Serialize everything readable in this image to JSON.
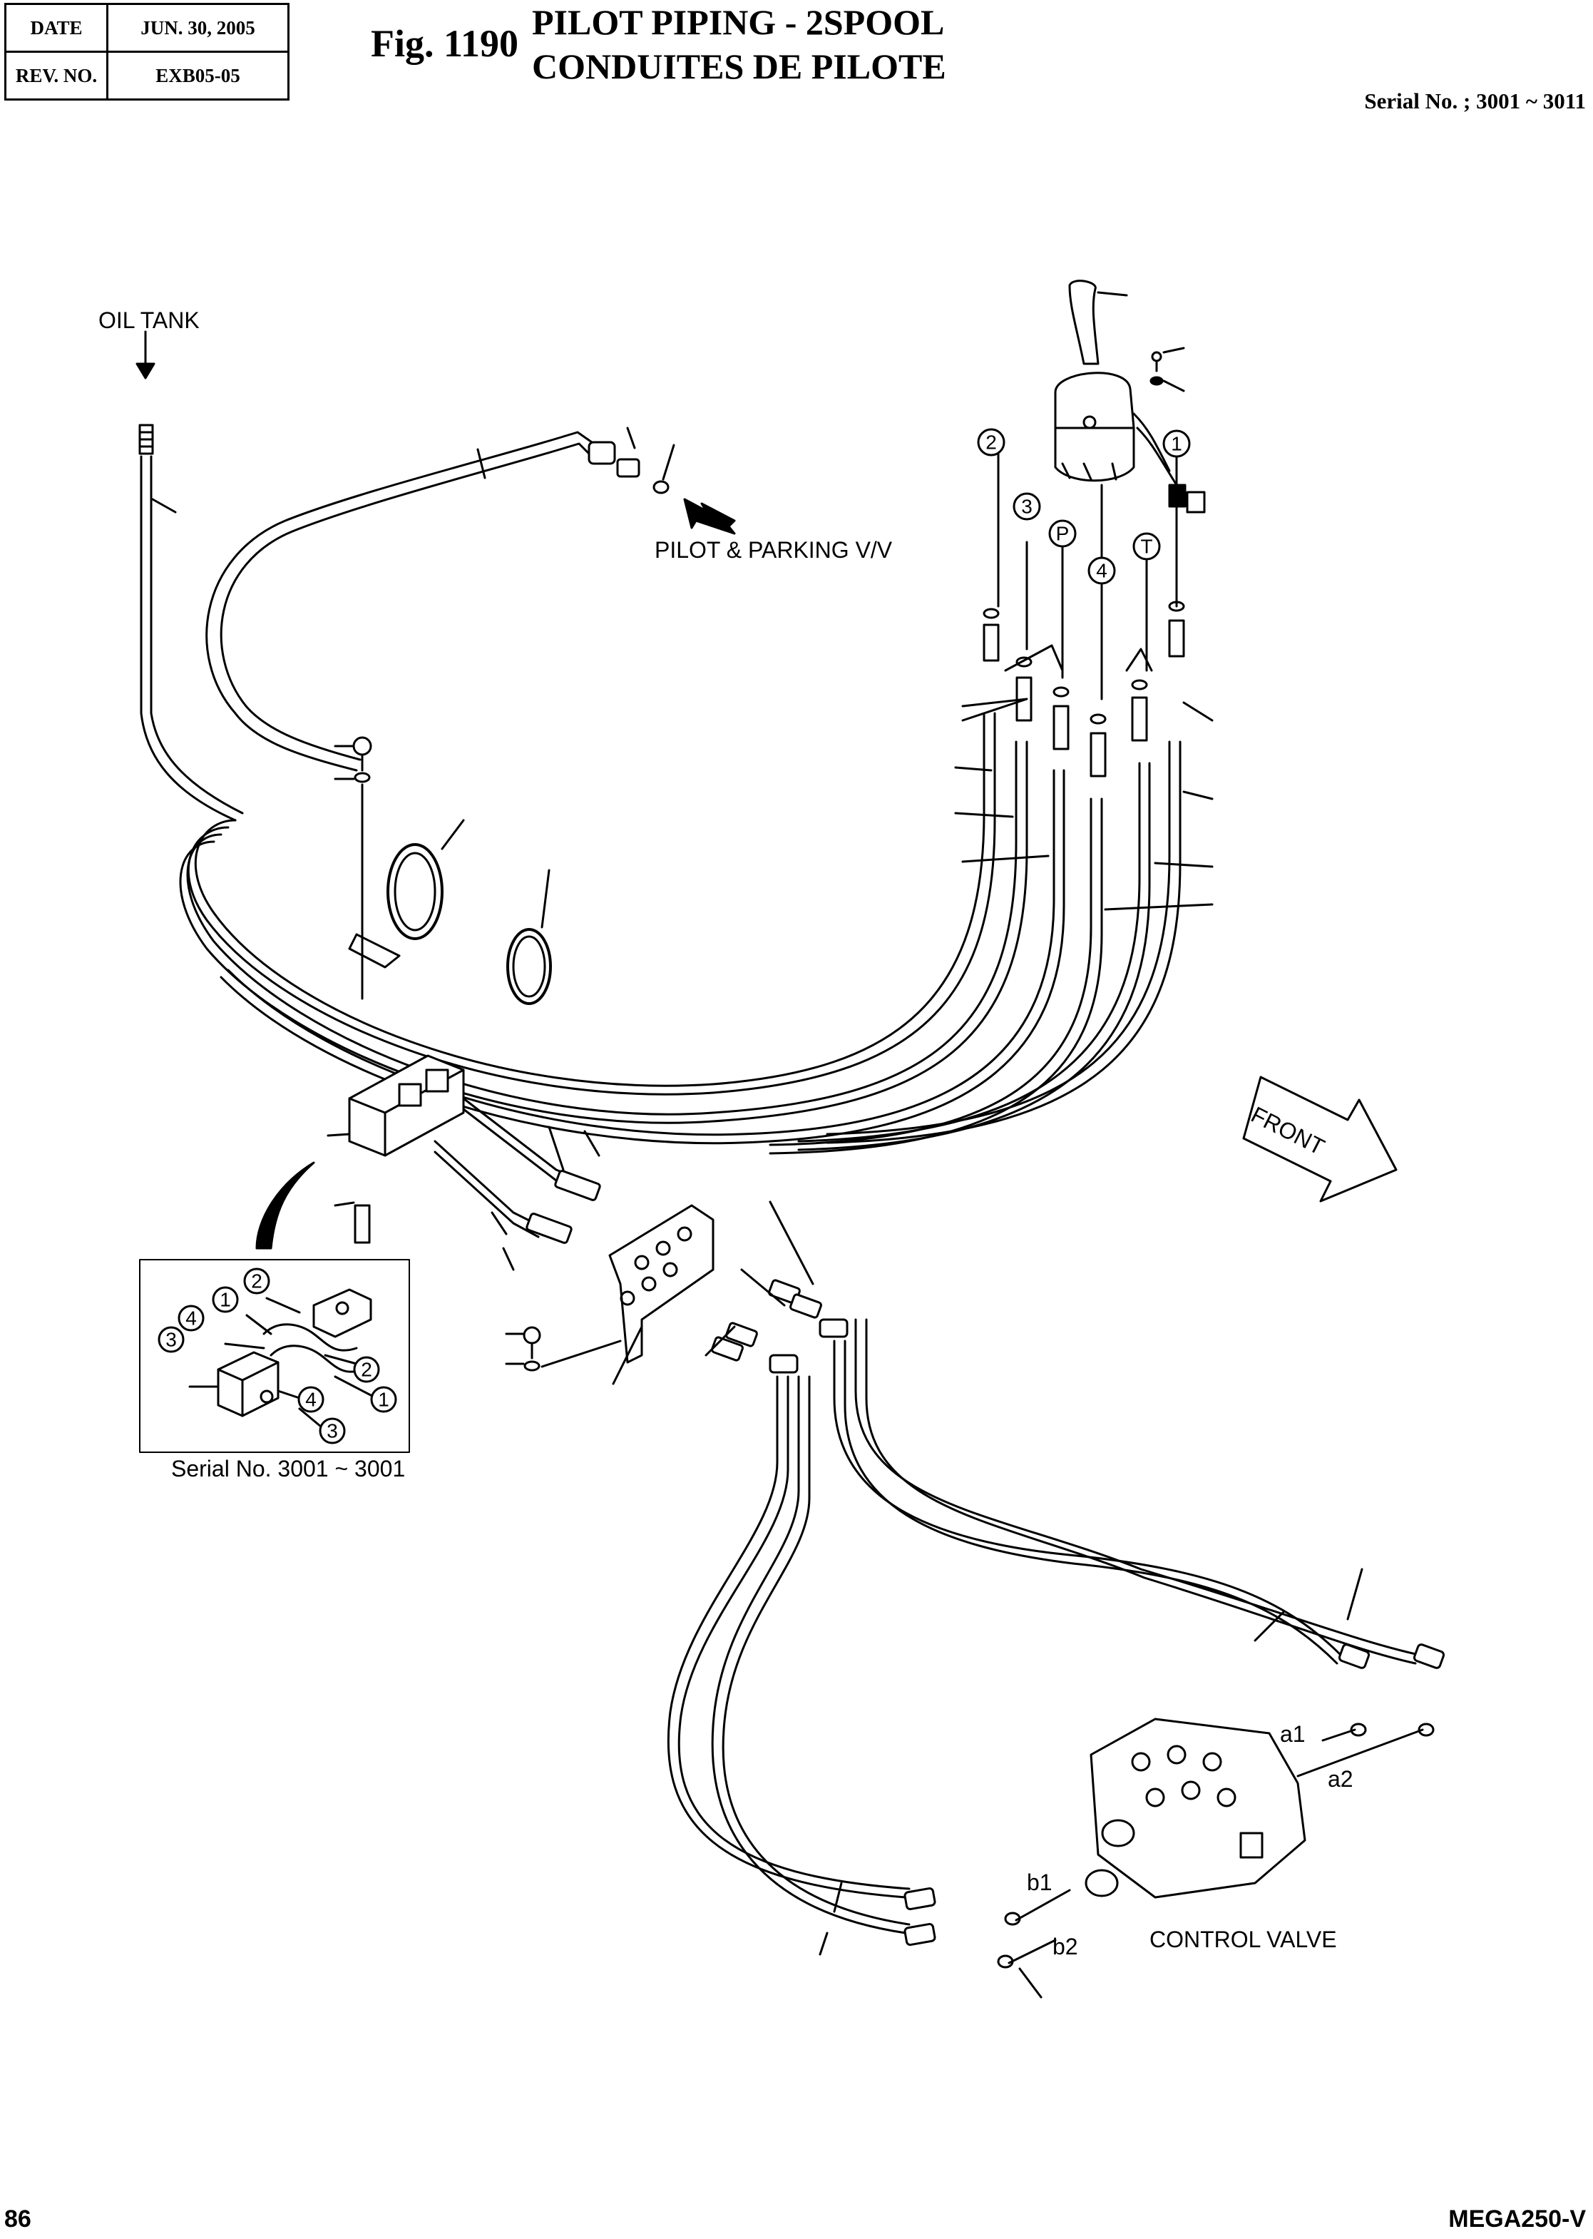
{
  "header": {
    "date_label": "DATE",
    "date_value": "JUN. 30, 2005",
    "rev_label": "REV. NO.",
    "rev_value": "EXB05-05",
    "fig_number": "Fig. 1190",
    "title_en": "PILOT PIPING - 2SPOOL",
    "title_fr": "CONDUITES DE PILOTE",
    "serial": "Serial No. ; 3001 ~ 3011"
  },
  "labels": {
    "oil_tank": "OIL TANK",
    "pilot_parking": "PILOT  & PARKING V/V",
    "front": "FRONT",
    "control_valve": "CONTROL VALVE",
    "inset_serial": "Serial No. 3001 ~ 3001",
    "port_a1": "a1",
    "port_a2": "a2",
    "port_b1": "b1",
    "port_b2": "b2"
  },
  "joystick_ports": [
    "1",
    "2",
    "3",
    "4",
    "P",
    "T"
  ],
  "inset_callouts": [
    "1",
    "2",
    "3",
    "4",
    "2",
    "1",
    "4",
    "3"
  ],
  "footer": {
    "page": "86",
    "model": "MEGA250-V"
  }
}
